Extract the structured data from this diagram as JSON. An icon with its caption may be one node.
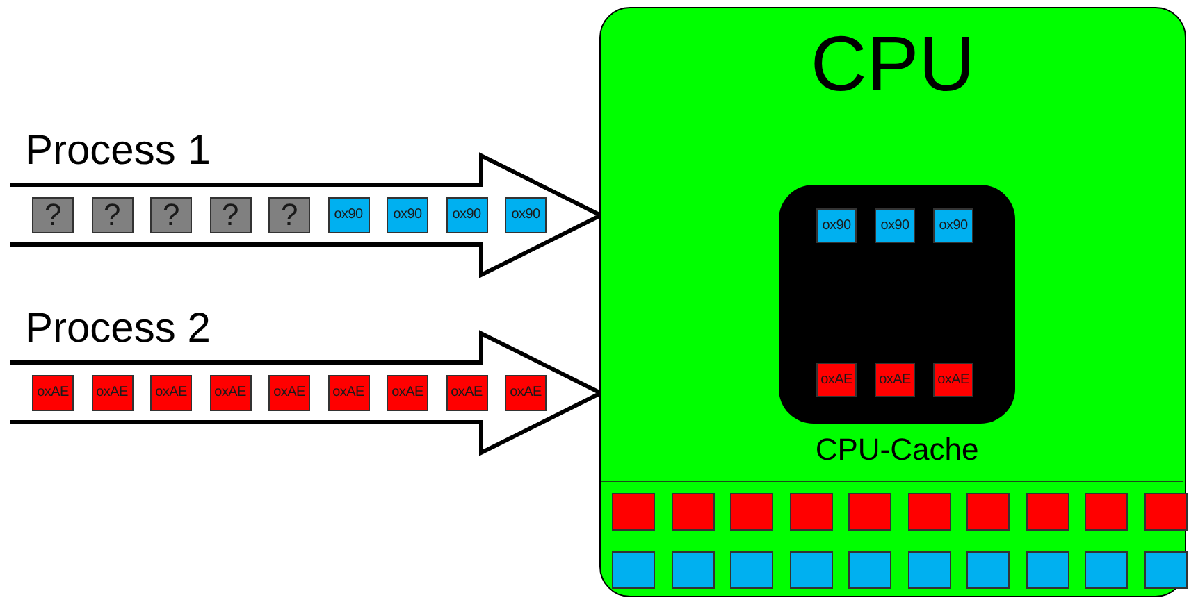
{
  "diagram": {
    "nodes": [
      {
        "text": [
          "Process 1"
        ]
      },
      {
        "text": [
          "?"
        ],
        "in": 0
      },
      {
        "text": [
          "?"
        ],
        "in": 0
      },
      {
        "text": [
          "?"
        ],
        "in": 0
      },
      {
        "text": [
          "?"
        ],
        "in": 0
      },
      {
        "text": [
          "?"
        ],
        "in": 0
      },
      {
        "text": [
          "ox90"
        ],
        "in": 0
      },
      {
        "text": [
          "ox90"
        ],
        "in": 0
      },
      {
        "text": [
          "ox90"
        ],
        "in": 0
      },
      {
        "text": [
          "ox90"
        ],
        "in": 0
      },
      {
        "text": [
          "Process 2"
        ]
      },
      {
        "text": [
          "oxAE"
        ],
        "in": 10
      },
      {
        "text": [
          "oxAE"
        ],
        "in": 10
      },
      {
        "text": [
          "oxAE"
        ],
        "in": 10
      },
      {
        "text": [
          "oxAE"
        ],
        "in": 10
      },
      {
        "text": [
          "oxAE"
        ],
        "in": 10
      },
      {
        "text": [
          "oxAE"
        ],
        "in": 10
      },
      {
        "text": [
          "oxAE"
        ],
        "in": 10
      },
      {
        "text": [
          "oxAE"
        ],
        "in": 10
      },
      {
        "text": [
          "oxAE"
        ],
        "in": 10
      },
      {
        "text": [
          "CPU"
        ]
      },
      {
        "text": [
          "CPU-Cache"
        ],
        "in": 20
      },
      {
        "text": [
          "ox90"
        ],
        "in": 21
      },
      {
        "text": [
          "ox90"
        ],
        "in": 21
      },
      {
        "text": [
          "ox90"
        ],
        "in": 21
      },
      {
        "text": [
          "oxAE"
        ],
        "in": 21
      },
      {
        "text": [
          "oxAE"
        ],
        "in": 21
      },
      {
        "text": [
          "oxAE"
        ],
        "in": 21
      },
      {
        "text": [],
        "shape": "box",
        "in": 20
      },
      {
        "text": [],
        "shape": "box",
        "in": 28
      },
      {
        "text": [],
        "shape": "box",
        "in": 28
      },
      {
        "text": [],
        "shape": "box",
        "in": 28
      },
      {
        "text": [],
        "shape": "box",
        "in": 28
      },
      {
        "text": [],
        "shape": "box",
        "in": 28
      },
      {
        "text": [],
        "shape": "box",
        "in": 28
      },
      {
        "text": [],
        "shape": "box",
        "in": 28
      },
      {
        "text": [],
        "shape": "box",
        "in": 28
      },
      {
        "text": [],
        "shape": "box",
        "in": 28
      },
      {
        "text": [],
        "shape": "box",
        "in": 28
      },
      {
        "text": [],
        "shape": "box",
        "in": 28
      },
      {
        "text": [],
        "shape": "box",
        "in": 28
      },
      {
        "text": [],
        "shape": "box",
        "in": 28
      },
      {
        "text": [],
        "shape": "box",
        "in": 28
      },
      {
        "text": [],
        "shape": "box",
        "in": 28
      },
      {
        "text": [],
        "shape": "box",
        "in": 28
      },
      {
        "text": [],
        "shape": "box",
        "in": 28
      },
      {
        "text": [],
        "shape": "box",
        "in": 28
      },
      {
        "text": [],
        "shape": "box",
        "in": 28
      },
      {
        "text": [],
        "shape": "box",
        "in": 28
      }
    ]
  }
}
